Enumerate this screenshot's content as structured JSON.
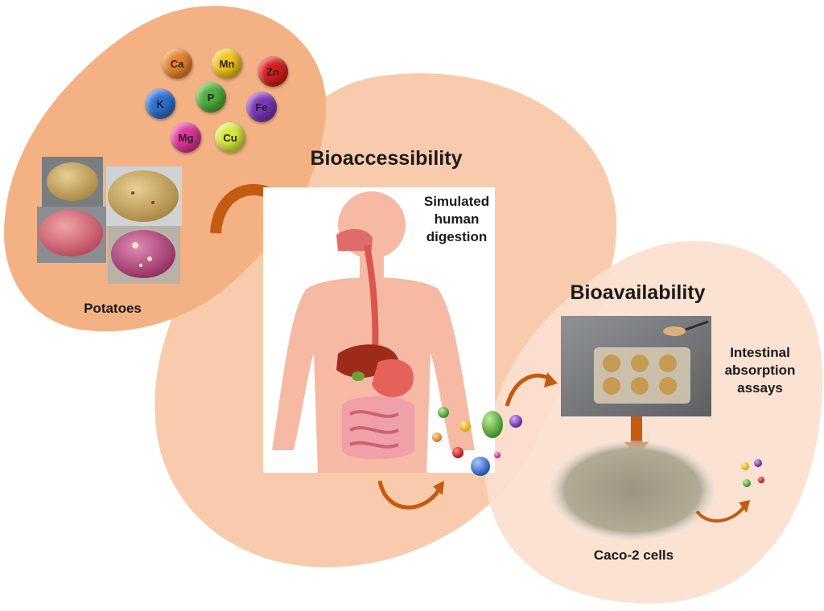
{
  "headings": {
    "bioaccessibility": "Bioaccessibility",
    "bioavailability": "Bioavailability"
  },
  "labels": {
    "potatoes": "Potatoes",
    "simulated_digestion": "Simulated\nhuman\ndigestion",
    "intestinal_assays": "Intestinal\nabsorption\nassays",
    "caco2": "Caco-2 cells"
  },
  "minerals": [
    {
      "symbol": "Ca",
      "color": "#e8822a"
    },
    {
      "symbol": "Mn",
      "color": "#f2c418"
    },
    {
      "symbol": "Zn",
      "color": "#d91d1d"
    },
    {
      "symbol": "K",
      "color": "#2f6fd0"
    },
    {
      "symbol": "P",
      "color": "#4fae3a"
    },
    {
      "symbol": "Fe",
      "color": "#7a35b8"
    },
    {
      "symbol": "Mg",
      "color": "#e0329a"
    },
    {
      "symbol": "Cu",
      "color": "#d8e83a"
    }
  ],
  "colors": {
    "blob_left": "#f4b183",
    "blob_middle": "#f8cbad",
    "blob_right": "#fbe0cf",
    "arrow": "#c55a11"
  }
}
